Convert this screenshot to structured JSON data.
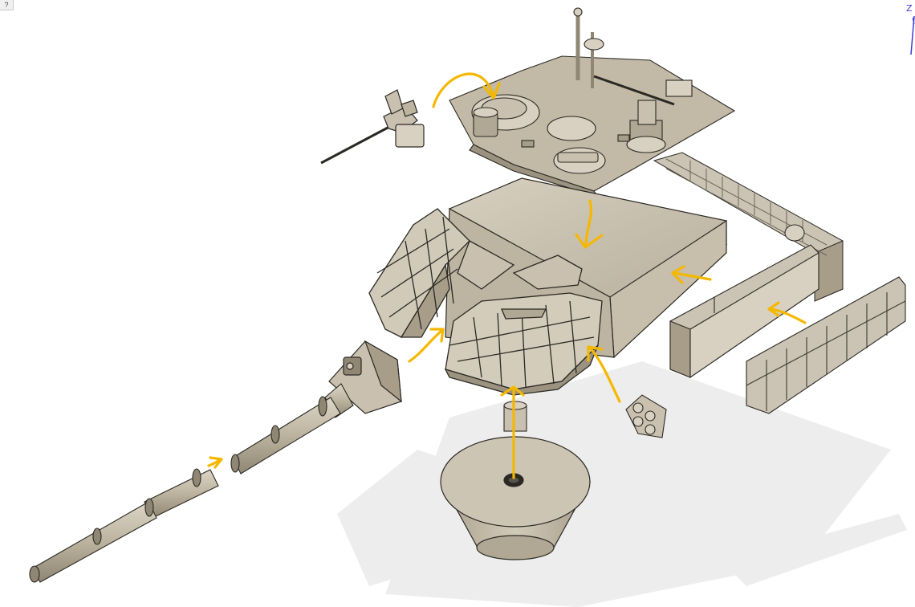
{
  "viewport": {
    "background": "#ffffff"
  },
  "corner_button": {
    "label": "?"
  },
  "view_cube": {
    "z_label": "Z"
  },
  "colors": {
    "part_fill": "#c9c0af",
    "part_light": "#d8d0c0",
    "part_dark": "#9c9280",
    "edge": "#2b2924",
    "shadow": "#ececec",
    "annotation": "#f5b800",
    "axis": "#3b3bd6"
  },
  "parts": [
    {
      "name": "turret-roof-plate",
      "label": ""
    },
    {
      "name": "turret-body",
      "label": ""
    },
    {
      "name": "main-gun-barrel",
      "label": ""
    },
    {
      "name": "gun-mantlet",
      "label": ""
    },
    {
      "name": "left-cheek-armor",
      "label": ""
    },
    {
      "name": "front-cheek-armor",
      "label": ""
    },
    {
      "name": "turret-ring",
      "label": ""
    },
    {
      "name": "ring-post",
      "label": ""
    },
    {
      "name": "rear-bustle-rack",
      "label": ""
    },
    {
      "name": "side-box",
      "label": ""
    },
    {
      "name": "side-armor-block",
      "label": ""
    },
    {
      "name": "smoke-launcher",
      "label": ""
    },
    {
      "name": "commander-machine-gun",
      "label": ""
    }
  ]
}
